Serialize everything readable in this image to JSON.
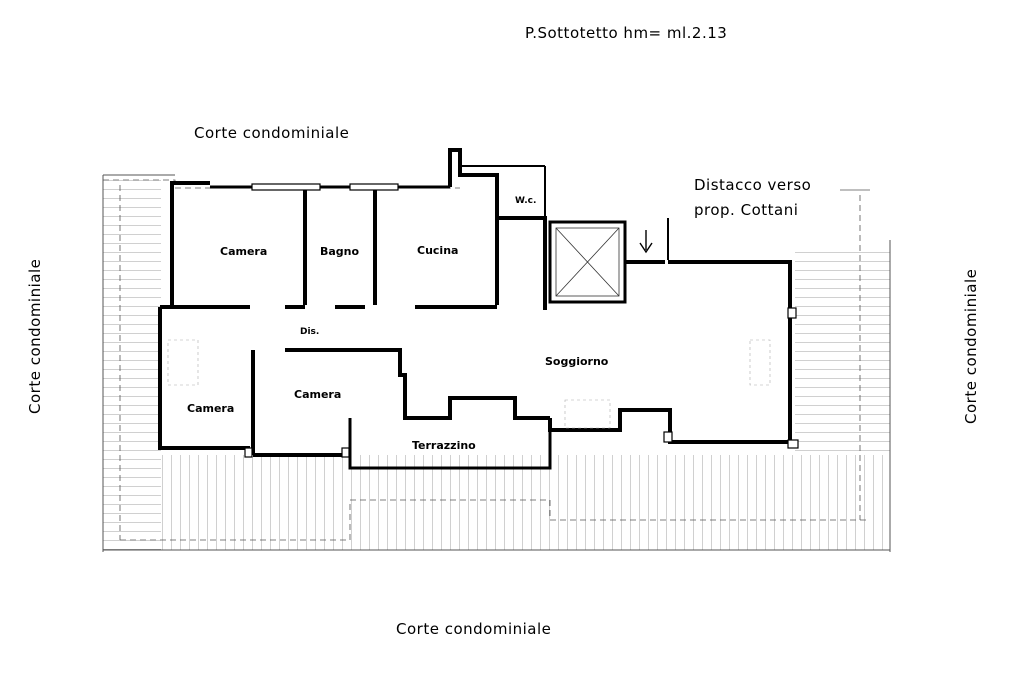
{
  "labels": {
    "title": "P.Sottotetto  hm= ml.2.13",
    "court_top": "Corte condominiale",
    "court_bottom": "Corte condominiale",
    "court_left": "Corte condominiale",
    "court_right": "Corte condominiale",
    "distacco_line1": "Distacco verso",
    "distacco_line2": "prop. Cottani"
  },
  "rooms": {
    "camera_1": "Camera",
    "bagno": "Bagno",
    "cucina": "Cucina",
    "wc": "W.c.",
    "dis": "Dis.",
    "soggiorno": "Soggiorno",
    "camera_2": "Camera",
    "camera_3": "Camera",
    "terrazzino": "Terrazzino"
  },
  "colors": {
    "wall": "#000000",
    "hatch": "#777777",
    "dash": "#555555"
  }
}
